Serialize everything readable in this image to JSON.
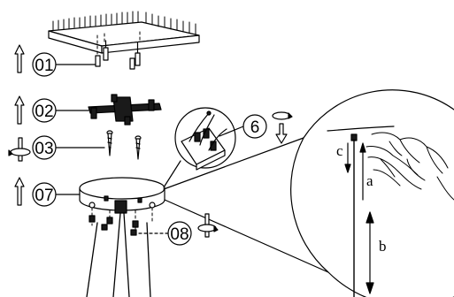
{
  "steps": {
    "s01": "01",
    "s02": "02",
    "s03": "03",
    "s07": "07",
    "s08": "08",
    "s6": "6"
  },
  "detail_letters": {
    "a": "a",
    "b": "b",
    "c": "c"
  },
  "colors": {
    "line": "#000000",
    "background": "#ffffff"
  },
  "icons": [
    "up-arrow-icon",
    "down-arrow-icon",
    "rotate-icon"
  ]
}
